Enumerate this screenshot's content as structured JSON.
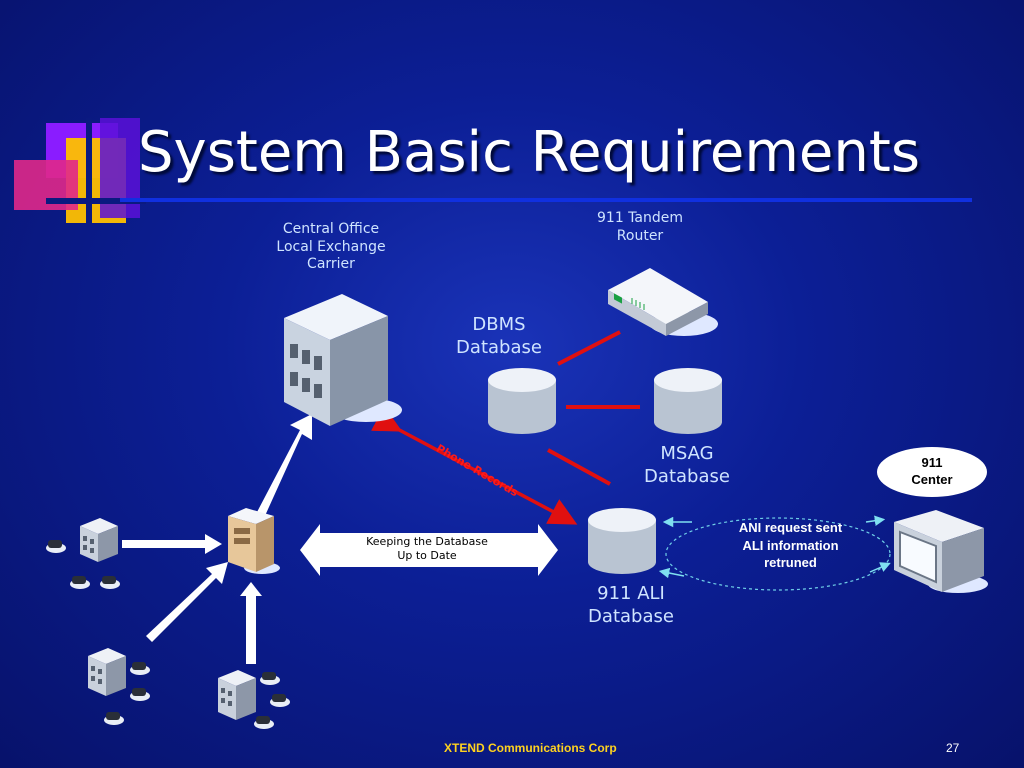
{
  "title": "System Basic Requirements",
  "footer": "XTEND Communications Corp",
  "page_number": "27",
  "labels": {
    "central_office": [
      "Central Office",
      "Local Exchange",
      "Carrier"
    ],
    "tandem_router": [
      "911 Tandem",
      "Router"
    ],
    "dbms": [
      "DBMS",
      "Database"
    ],
    "msag": [
      "MSAG",
      "Database"
    ],
    "ali": [
      "911 ALI",
      "Database"
    ],
    "center": [
      "911",
      "Center"
    ],
    "keeping": [
      "Keeping the Database",
      "Up to Date"
    ],
    "phone_records": "Phone Records",
    "ani": [
      "ANI request sent",
      "ALI information",
      "retruned"
    ]
  },
  "colors": {
    "title": "#ffffff",
    "label": "#cfe4ff",
    "footer": "#ffd21f",
    "red_link": "#e01010",
    "rule": "#1030e0"
  },
  "icons": [
    "building-icon",
    "router-icon",
    "database-icon",
    "server-icon",
    "monitor-icon",
    "telephone-icon"
  ]
}
